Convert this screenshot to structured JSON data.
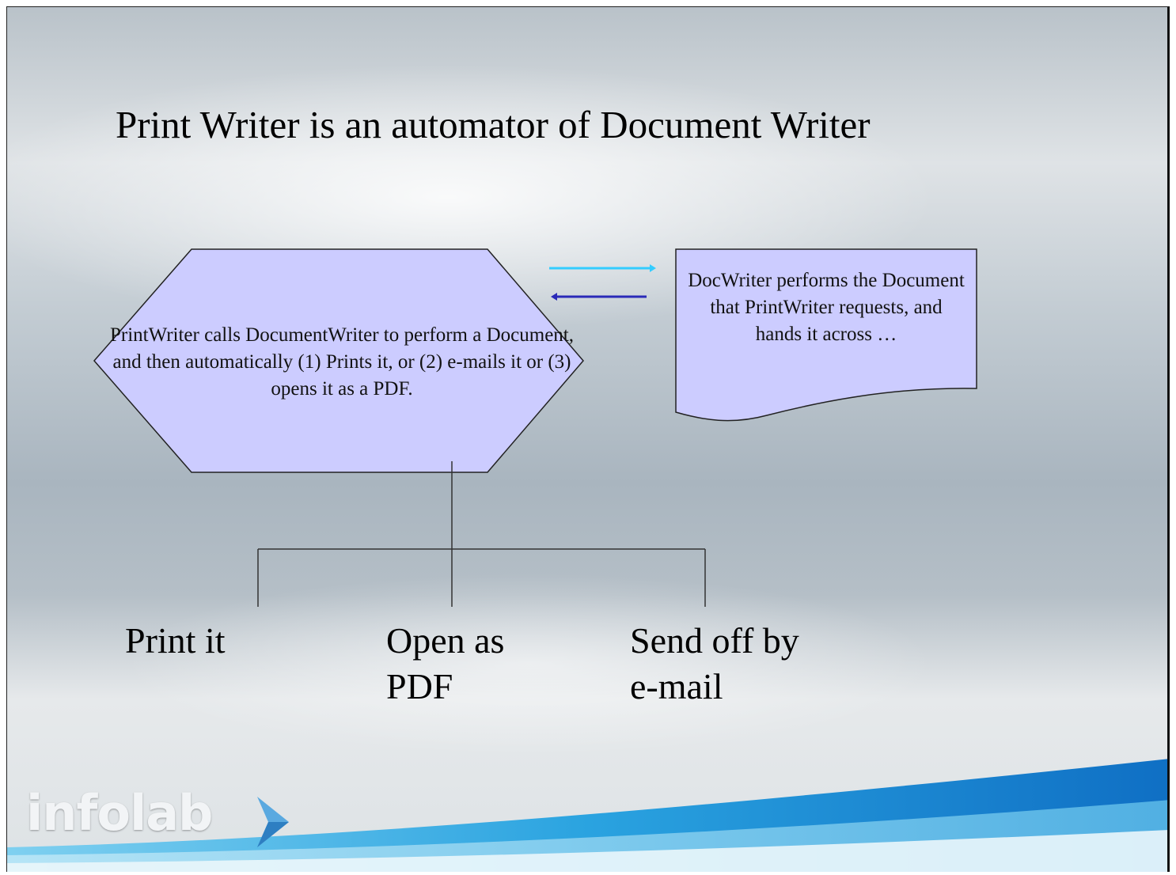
{
  "slide": {
    "title": "Print Writer is an automator of Document Writer"
  },
  "hexagon": {
    "text": "PrintWriter calls DocumentWriter to perform a Document, and then automatically (1) Prints it, or (2) e-mails it or (3) opens it as a PDF."
  },
  "document_shape": {
    "text": "DocWriter performs the Document that PrintWriter requests, and hands it across …"
  },
  "outcomes": {
    "print": "Print it",
    "pdf": "Open as PDF",
    "email": "Send off by e-mail"
  },
  "logo": {
    "text": "infolab"
  },
  "colors": {
    "shape_fill": "#ccccff",
    "arrow_right": "#33ccff",
    "arrow_left": "#2a2ab8",
    "wave_blue": "#1a8fd8"
  }
}
